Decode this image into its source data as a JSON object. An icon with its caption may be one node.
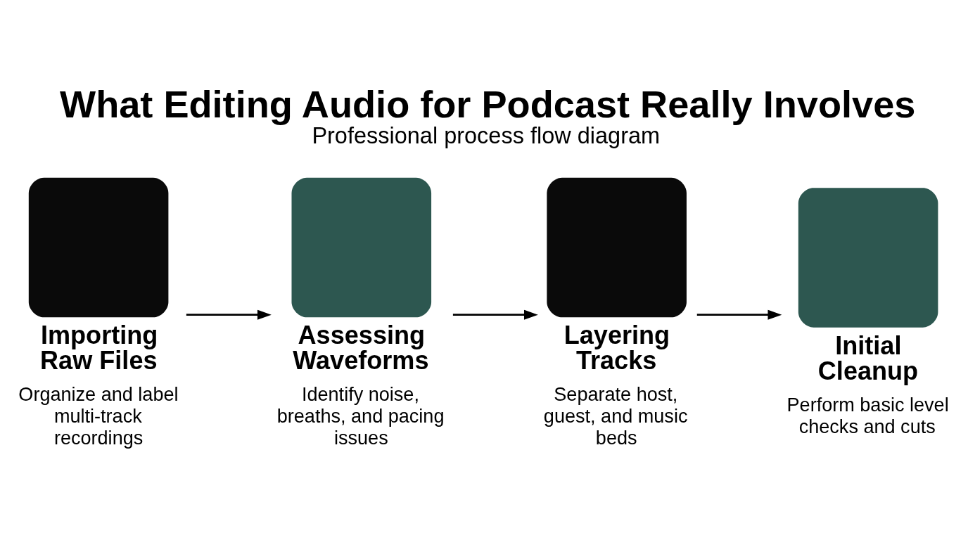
{
  "diagram": {
    "title": "What Editing Audio for Podcast Really Involves",
    "caption": "Professional process flow diagram",
    "nodes": [
      {
        "text": [
          "Importing Raw Files",
          "Organize and label multi-track recordings"
        ]
      },
      {
        "text": [
          "Assessing Waveforms",
          "Identify noise, breaths, and pacing issues"
        ]
      },
      {
        "text": [
          "Layering Tracks",
          "Separate host, guest, and music beds"
        ]
      },
      {
        "text": [
          "Initial Cleanup",
          "Perform basic level checks and cuts"
        ]
      }
    ],
    "edges": [
      {
        "from": 0,
        "to": 1,
        "arrow": "to"
      },
      {
        "from": 1,
        "to": 2,
        "arrow": "to"
      },
      {
        "from": 2,
        "to": 3,
        "arrow": "to"
      }
    ]
  }
}
